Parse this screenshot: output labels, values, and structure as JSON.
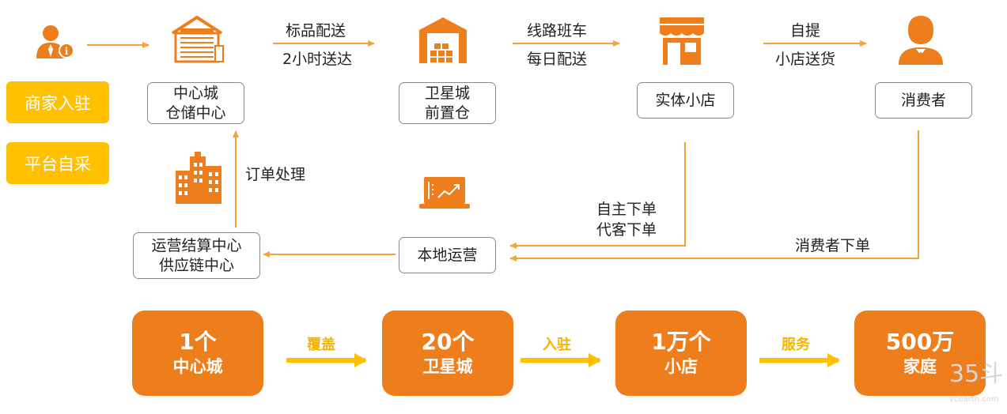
{
  "colors": {
    "orange": "#EE7D1B",
    "yellow": "#FFC000",
    "box_border": "#8a8a8a"
  },
  "tags": {
    "merchant": "商家入驻",
    "platform": "平台自采"
  },
  "nodes": {
    "central": [
      "中心城",
      "仓储中心"
    ],
    "satellite": [
      "卫星城",
      "前置仓"
    ],
    "store": "实体小店",
    "consumer": "消费者",
    "ops_center": [
      "运营结算中心",
      "供应链中心"
    ],
    "local_ops": "本地运营"
  },
  "labels": {
    "standard_delivery": "标品配送",
    "two_hour": "2小时送达",
    "line_bus": "线路班车",
    "daily": "每日配送",
    "pickup": "自提",
    "store_delivery": "小店送货",
    "order_processing": "订单处理",
    "self_order": "自主下单",
    "proxy_order": "代客下单",
    "consumer_order": "消费者下单"
  },
  "stats": [
    {
      "num": "1个",
      "label": "中心城"
    },
    {
      "num": "20个",
      "label": "卫星城"
    },
    {
      "num": "1万个",
      "label": "小店"
    },
    {
      "num": "500万",
      "label": "家庭"
    }
  ],
  "stat_arrows": [
    "覆盖",
    "入驻",
    "服务"
  ],
  "watermark": {
    "main": "35斗",
    "url": "vcearth.com"
  },
  "icons": [
    "merchant-person-icon",
    "warehouse-icon",
    "satellite-warehouse-icon",
    "storefront-icon",
    "consumer-icon",
    "office-buildings-icon",
    "laptop-chart-icon"
  ]
}
